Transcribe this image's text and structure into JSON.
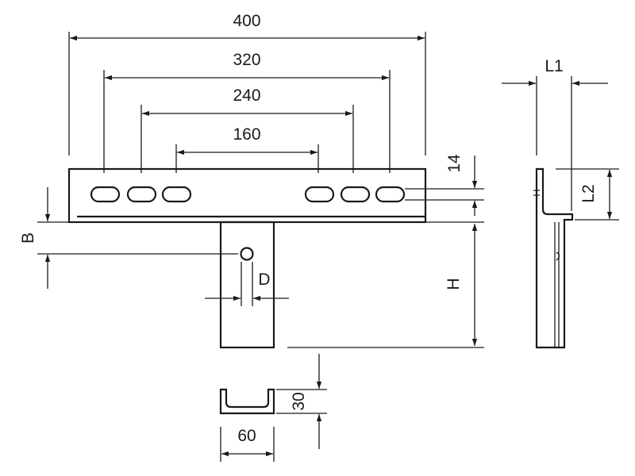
{
  "drawing": {
    "dimensions": {
      "width_400": "400",
      "width_320": "320",
      "width_240": "240",
      "width_160": "160",
      "slot_14": "14",
      "l1": "L1",
      "l2": "L2",
      "b": "B",
      "d": "D",
      "h": "H",
      "height_30": "30",
      "width_60": "60"
    }
  }
}
